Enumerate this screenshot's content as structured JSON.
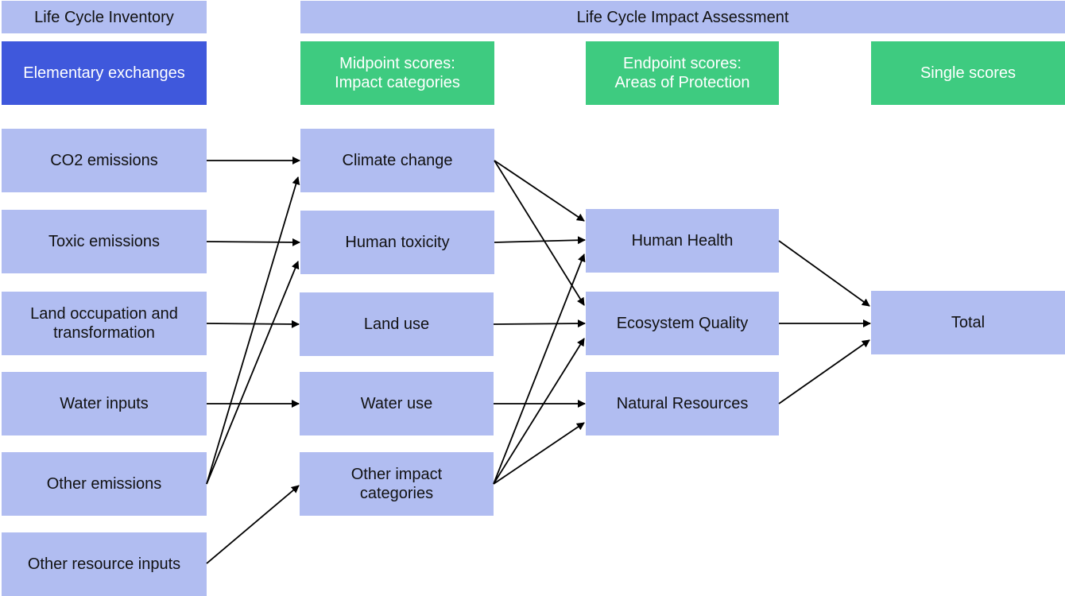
{
  "headers": {
    "inventory": "Life Cycle Inventory",
    "impact_assessment": "Life Cycle Impact Assessment"
  },
  "columns": {
    "elementary": "Elementary exchanges",
    "midpoint": "Midpoint scores:\nImpact categories",
    "endpoint": "Endpoint scores:\nAreas of Protection",
    "single": "Single scores"
  },
  "exchanges": [
    "CO2 emissions",
    "Toxic emissions",
    "Land occupation and\ntransformation",
    "Water inputs",
    "Other emissions",
    "Other resource inputs"
  ],
  "midpoints": [
    "Climate change",
    "Human toxicity",
    "Land use",
    "Water use",
    "Other impact\ncategories"
  ],
  "endpoints": [
    "Human Health",
    "Ecosystem Quality",
    "Natural Resources"
  ],
  "single_scores": [
    "Total"
  ],
  "colors": {
    "box": "#b1bdf1",
    "header_blue": "#3f58dc",
    "header_green": "#3ecb80",
    "arrow": "#000000"
  }
}
